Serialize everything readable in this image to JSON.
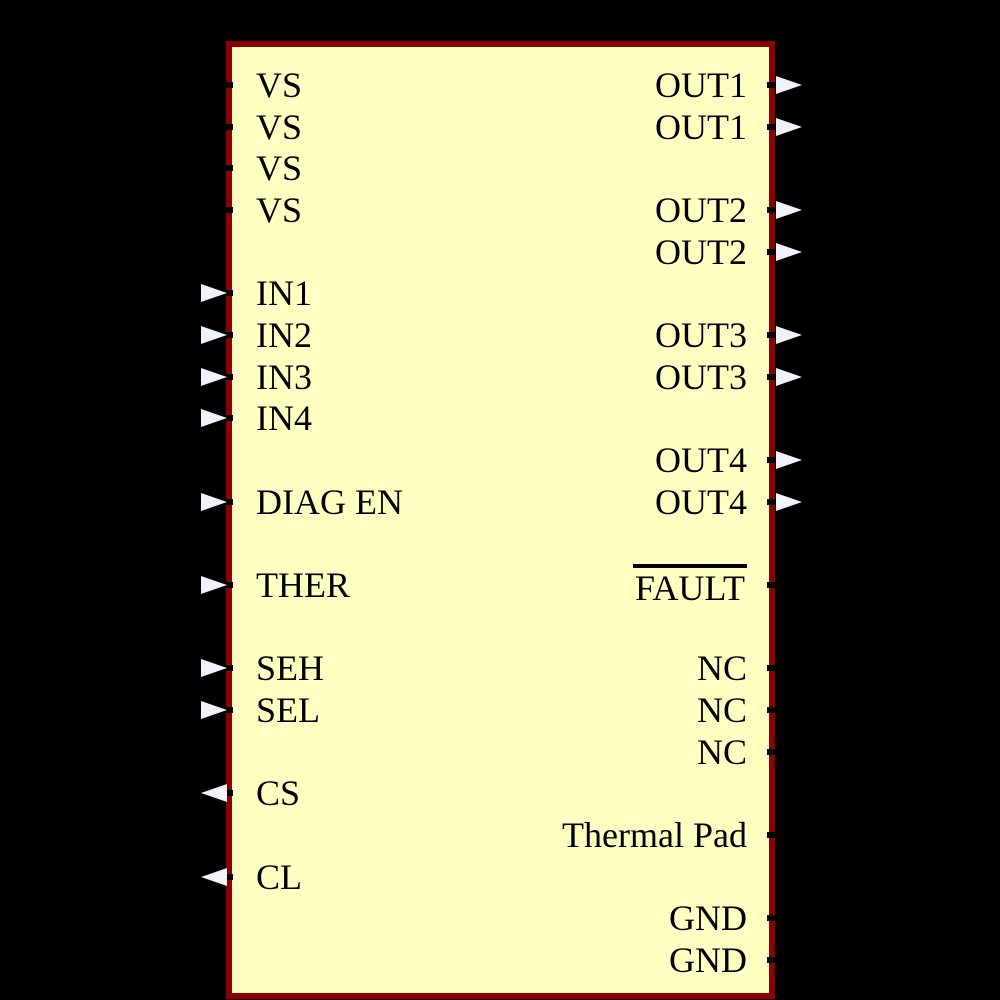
{
  "colors": {
    "background": "#000000",
    "body_fill": "#FFFFC2",
    "body_border": "#8B0000",
    "text": "#000000",
    "arrow_fill": "#EFF4FA",
    "tick": "#000000"
  },
  "component": {
    "kind": "ic-symbol"
  },
  "left_pins": [
    {
      "label": "VS",
      "row": 0,
      "arrow": "none"
    },
    {
      "label": "VS",
      "row": 1,
      "arrow": "none"
    },
    {
      "label": "VS",
      "row": 2,
      "arrow": "none"
    },
    {
      "label": "VS",
      "row": 3,
      "arrow": "none"
    },
    {
      "label": "IN1",
      "row": 5,
      "arrow": "in"
    },
    {
      "label": "IN2",
      "row": 6,
      "arrow": "in"
    },
    {
      "label": "IN3",
      "row": 7,
      "arrow": "in"
    },
    {
      "label": "IN4",
      "row": 8,
      "arrow": "in"
    },
    {
      "label": "DIAG EN",
      "row": 10,
      "arrow": "in"
    },
    {
      "label": "THER",
      "row": 12,
      "arrow": "in"
    },
    {
      "label": "SEH",
      "row": 14,
      "arrow": "in"
    },
    {
      "label": "SEL",
      "row": 15,
      "arrow": "in"
    },
    {
      "label": "CS",
      "row": 17,
      "arrow": "out"
    },
    {
      "label": "CL",
      "row": 19,
      "arrow": "out"
    }
  ],
  "right_pins": [
    {
      "label": "OUT1",
      "row": 0,
      "arrow": "out"
    },
    {
      "label": "OUT1",
      "row": 1,
      "arrow": "out"
    },
    {
      "label": "OUT2",
      "row": 3,
      "arrow": "out"
    },
    {
      "label": "OUT2",
      "row": 4,
      "arrow": "out"
    },
    {
      "label": "OUT3",
      "row": 6,
      "arrow": "out"
    },
    {
      "label": "OUT3",
      "row": 7,
      "arrow": "out"
    },
    {
      "label": "OUT4",
      "row": 9,
      "arrow": "out"
    },
    {
      "label": "OUT4",
      "row": 10,
      "arrow": "out"
    },
    {
      "label": "FAULT",
      "row": 12,
      "arrow": "none",
      "overline": true
    },
    {
      "label": "NC",
      "row": 14,
      "arrow": "none"
    },
    {
      "label": "NC",
      "row": 15,
      "arrow": "none"
    },
    {
      "label": "NC",
      "row": 16,
      "arrow": "none"
    },
    {
      "label": "Thermal Pad",
      "row": 18,
      "arrow": "none"
    },
    {
      "label": "GND",
      "row": 20,
      "arrow": "none"
    },
    {
      "label": "GND",
      "row": 21,
      "arrow": "none"
    }
  ]
}
